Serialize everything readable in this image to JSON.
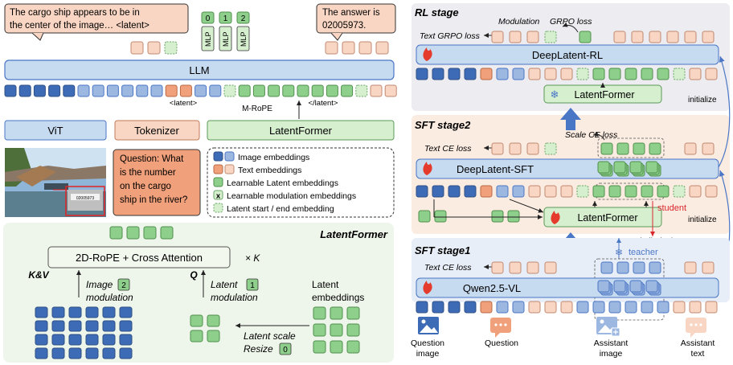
{
  "colors": {
    "blue": "#3d6bb5",
    "blue_light": "#9db8e0",
    "orange": "#f0a07a",
    "orange_light": "#f9d6c3",
    "green": "#8fcf8c",
    "green_light": "#d6efcf",
    "llm_fill": "#c6daf0",
    "panel_green": "#eef5ea",
    "panel_gray": "#ececf1",
    "panel_peach": "#fbece1",
    "panel_blue": "#e8eef7",
    "red": "#d9262c",
    "arrow_blue": "#4a76c6"
  },
  "left": {
    "answer_bubble_left": "The cargo ship appears to be in the center of the image… <latent>",
    "answer_bubble_right": "The answer is 02005973.",
    "mlp_label": "MLP",
    "mlp_indices": [
      "0",
      "1",
      "2"
    ],
    "llm_label": "LLM",
    "latent_start_tag": "<latent>",
    "latent_end_tag": "</latent>",
    "mrope_label": "M-RoPE",
    "vit_label": "ViT",
    "tokenizer_label": "Tokenizer",
    "latentformer_label": "LatentFormer",
    "question_text": "Question: What is the number on the cargo ship in the river?",
    "legend": [
      "Image embeddings",
      "Text embeddings",
      "Learnable Latent embeddings",
      "Learnable modulation embeddings",
      "Latent start / end embedding"
    ],
    "legend_x_mark": "x",
    "photo_label_text": "02005973"
  },
  "latentformer_panel": {
    "title": "LatentFormer",
    "attention_label": "2D-RoPE + Cross Attention",
    "repeat_label": "× K",
    "kv_label": "K&V",
    "q_label": "Q",
    "image_modulation_line1": "Image",
    "image_modulation_line2": "modulation",
    "image_modulation_index": "2",
    "latent_modulation_line1": "Latent",
    "latent_modulation_line2": "modulation",
    "latent_modulation_index": "1",
    "latent_embeddings_line1": "Latent",
    "latent_embeddings_line2": "embeddings",
    "resize_line1": "Latent scale",
    "resize_line2": "Resize",
    "resize_index": "0"
  },
  "rl_stage": {
    "title": "RL stage",
    "modulation_label": "Modulation",
    "grpo_label": "GRPO loss",
    "text_grpo_loss": "Text GRPO loss",
    "model_label": "DeepLatent-RL",
    "latentformer_label": "LatentFormer",
    "initialize_label": "initialize"
  },
  "sft2_stage": {
    "title": "SFT stage2",
    "scale_ce_loss": "Scale CE loss",
    "text_ce_loss": "Text CE loss",
    "model_label": "DeepLatent-SFT",
    "latentformer_label": "LatentFormer",
    "student_label": "student",
    "initialize_label": "initialize",
    "similarity_loss": "Latent similarity loss"
  },
  "sft1_stage": {
    "title": "SFT stage1",
    "teacher_label": "teacher",
    "text_ce_loss": "Text CE loss",
    "model_label": "Qwen2.5-VL",
    "input_labels": [
      {
        "line1": "Question",
        "line2": "image"
      },
      {
        "line1": "Question",
        "line2": ""
      },
      {
        "line1": "Assistant",
        "line2": "image"
      },
      {
        "line1": "Assistant",
        "line2": "text"
      }
    ]
  }
}
